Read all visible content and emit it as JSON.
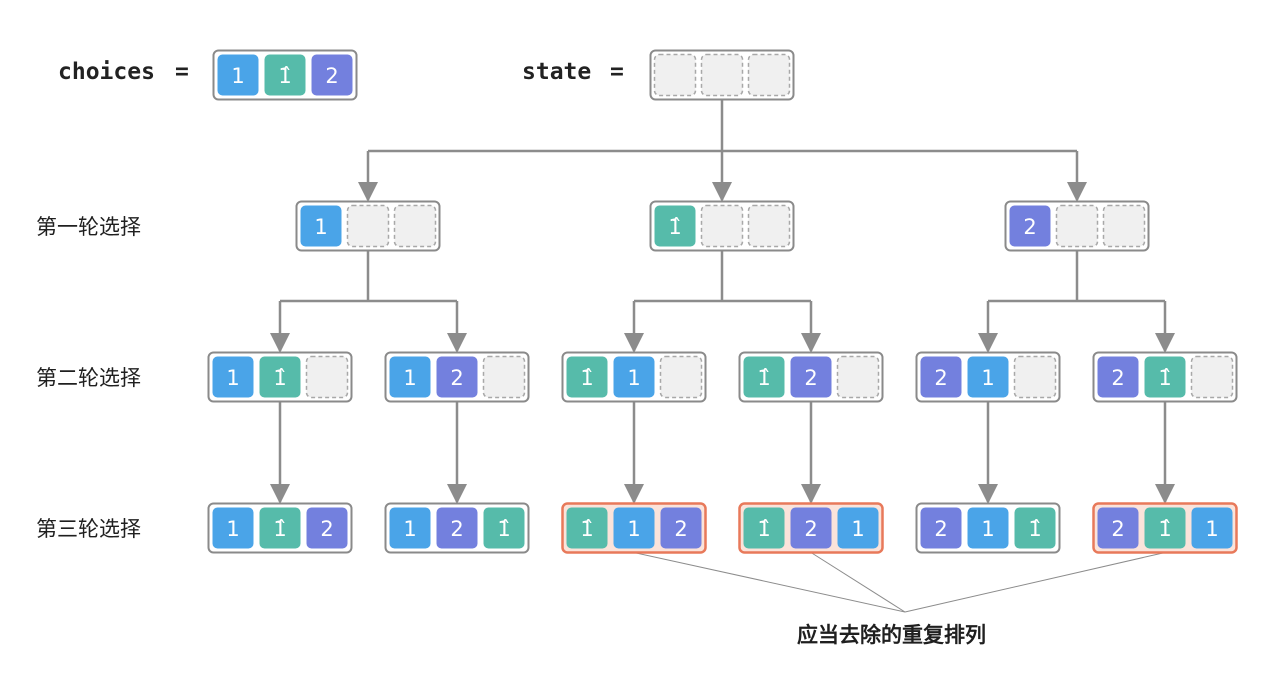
{
  "header": {
    "choices_label": "choices",
    "equals": "=",
    "state_label": "state",
    "choices": [
      "1",
      "1̂",
      "2"
    ]
  },
  "rounds": [
    {
      "label": "第一轮选择"
    },
    {
      "label": "第二轮选择"
    },
    {
      "label": "第三轮选择"
    }
  ],
  "tree": {
    "root": [
      "",
      "",
      ""
    ],
    "level1": [
      [
        "1",
        "",
        ""
      ],
      [
        "1̂",
        "",
        ""
      ],
      [
        "2",
        "",
        ""
      ]
    ],
    "level2": [
      [
        "1",
        "1̂",
        ""
      ],
      [
        "1",
        "2",
        ""
      ],
      [
        "1̂",
        "1",
        ""
      ],
      [
        "1̂",
        "2",
        ""
      ],
      [
        "2",
        "1",
        ""
      ],
      [
        "2",
        "1̂",
        ""
      ]
    ],
    "level3": [
      {
        "cells": [
          "1",
          "1̂",
          "2"
        ],
        "duplicate": false
      },
      {
        "cells": [
          "1",
          "2",
          "1̂"
        ],
        "duplicate": false
      },
      {
        "cells": [
          "1̂",
          "1",
          "2"
        ],
        "duplicate": true
      },
      {
        "cells": [
          "1̂",
          "2",
          "1"
        ],
        "duplicate": true
      },
      {
        "cells": [
          "2",
          "1",
          "1̂"
        ],
        "duplicate": false
      },
      {
        "cells": [
          "2",
          "1̂",
          "1"
        ],
        "duplicate": true
      }
    ]
  },
  "annotation": "应当去除的重复排列",
  "colors": {
    "one": "#4aa4e8",
    "one_hat": "#56bbaa",
    "two": "#7380de",
    "empty_fill": "#f0f0f0",
    "empty_stroke": "#a8a8a8",
    "box_stroke": "#8a8a8a",
    "duplicate_stroke": "#e8795a",
    "duplicate_fill": "#fbe3da",
    "edge": "#8c8c8c",
    "annotation_line": "#8c8c8c"
  }
}
